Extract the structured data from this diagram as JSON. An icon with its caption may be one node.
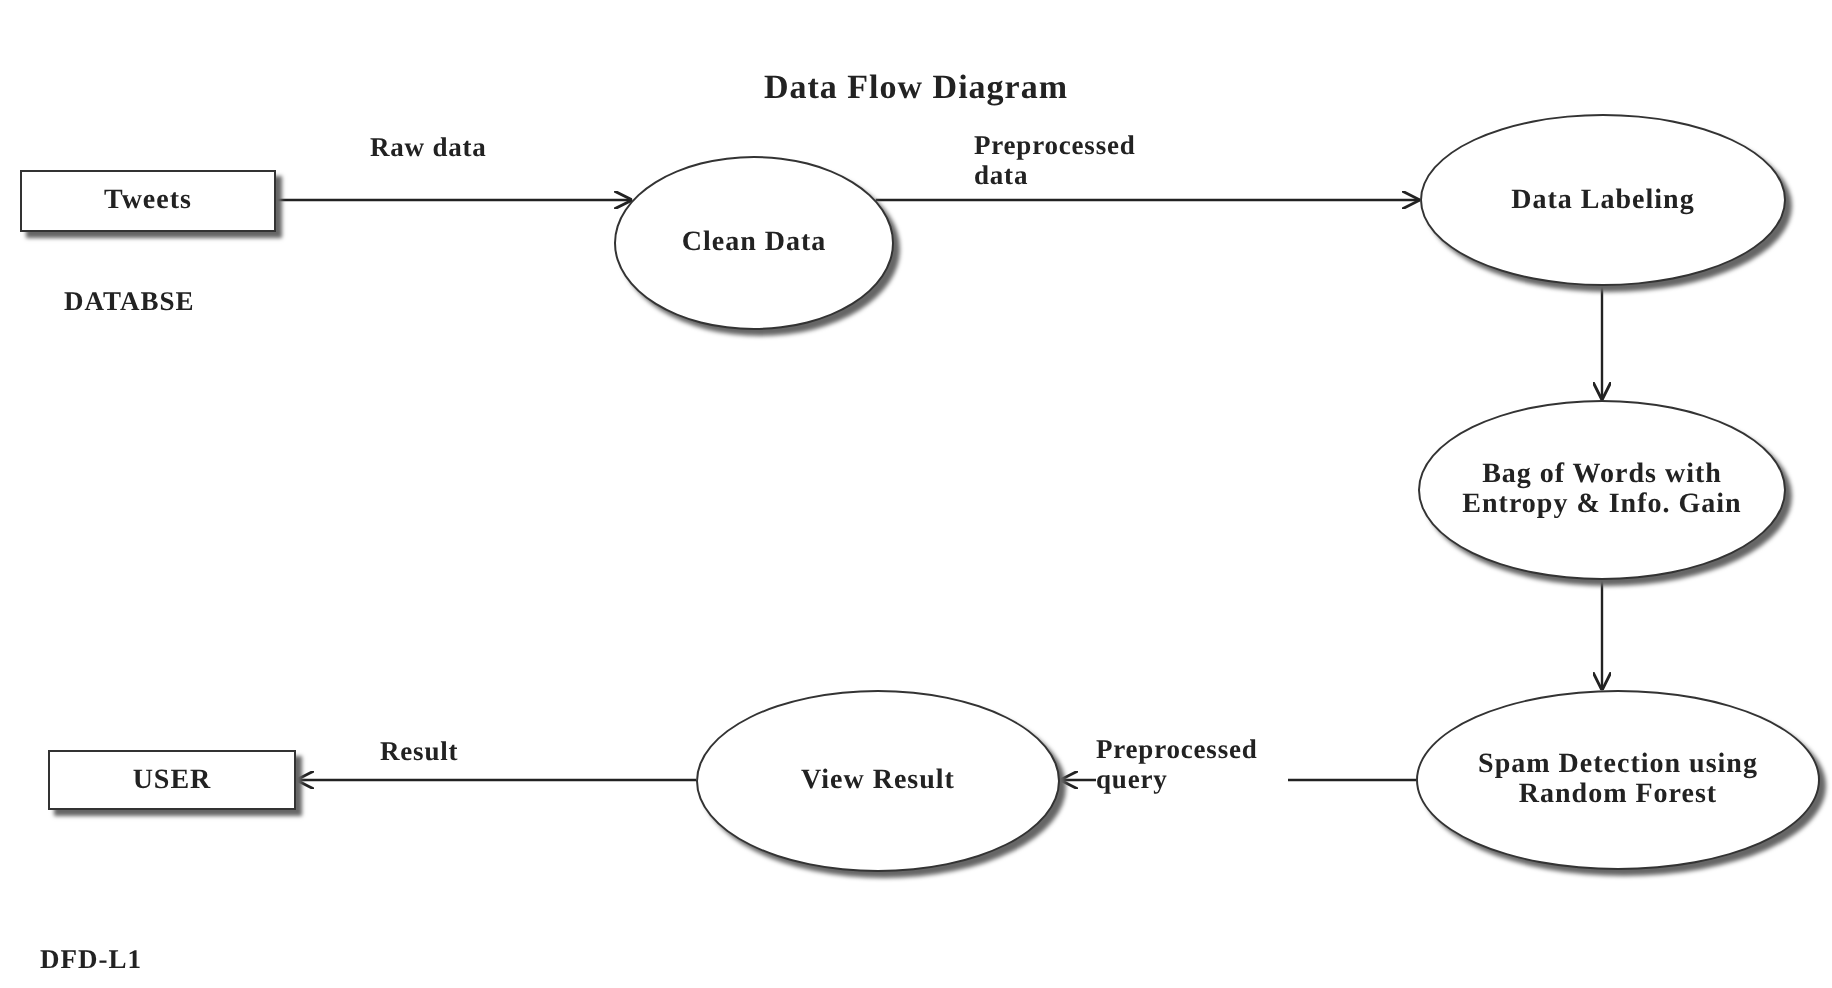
{
  "diagram": {
    "title": "Data Flow Diagram",
    "nodes": [
      {
        "text": [
          "Tweets"
        ],
        "beside": [
          "DATABSE"
        ]
      },
      {
        "text": [
          "Clean Data"
        ]
      },
      {
        "text": [
          "Data Labeling"
        ]
      },
      {
        "text": [
          "Bag of Words with Entropy & Info. Gain"
        ]
      },
      {
        "text": [
          "Spam Detection using Random Forest"
        ]
      },
      {
        "text": [
          "View Result"
        ]
      },
      {
        "text": [
          "USER"
        ]
      }
    ],
    "edges": [
      {
        "from": 0,
        "to": 1,
        "arrow": "to",
        "label": "Raw data"
      },
      {
        "from": 1,
        "to": 2,
        "arrow": "to",
        "label": "Preprocessed data"
      },
      {
        "from": 2,
        "to": 3,
        "arrow": "to"
      },
      {
        "from": 3,
        "to": 4,
        "arrow": "to"
      },
      {
        "from": 4,
        "to": 5,
        "arrow": "to",
        "label": "Preprocessed query"
      },
      {
        "from": 5,
        "to": 6,
        "arrow": "to",
        "label": "Result"
      }
    ],
    "labels": [
      "DFD-L1"
    ]
  }
}
